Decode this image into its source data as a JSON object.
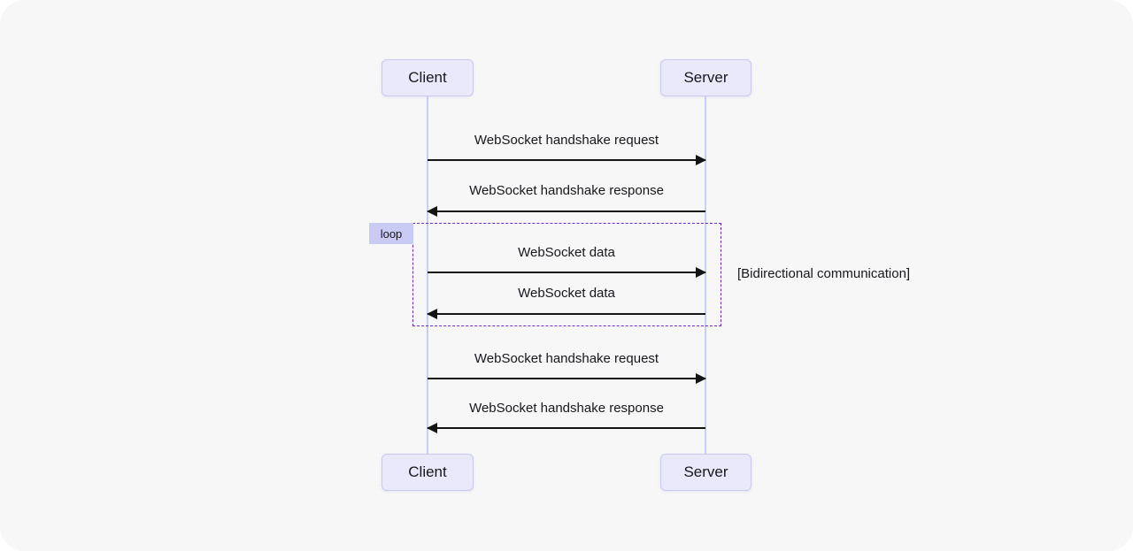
{
  "diagram": {
    "type": "sequence-diagram",
    "actors": [
      {
        "name": "Client"
      },
      {
        "name": "Server"
      }
    ],
    "messages": [
      {
        "from": "Client",
        "to": "Server",
        "direction": "right",
        "text": "WebSocket handshake request"
      },
      {
        "from": "Server",
        "to": "Client",
        "direction": "left",
        "text": "WebSocket handshake response"
      },
      {
        "from": "Client",
        "to": "Server",
        "direction": "right",
        "text": "WebSocket data",
        "in_loop": true
      },
      {
        "from": "Server",
        "to": "Client",
        "direction": "left",
        "text": "WebSocket data",
        "in_loop": true
      },
      {
        "from": "Client",
        "to": "Server",
        "direction": "right",
        "text": "WebSocket handshake request"
      },
      {
        "from": "Server",
        "to": "Client",
        "direction": "left",
        "text": "WebSocket handshake response"
      }
    ],
    "loop": {
      "label": "loop",
      "condition": "[Bidirectional communication]"
    },
    "colors": {
      "page_bg": "#ffffff",
      "canvas_bg": "#f7f7f8",
      "actor_fill": "#e9e9fb",
      "actor_border": "#c9c9f1",
      "lifeline": "#c9cdf3",
      "loop_label_fill": "#c9cbf4",
      "loop_border": "#6d28d9",
      "arrow": "#141414",
      "text": "#17171c"
    }
  }
}
